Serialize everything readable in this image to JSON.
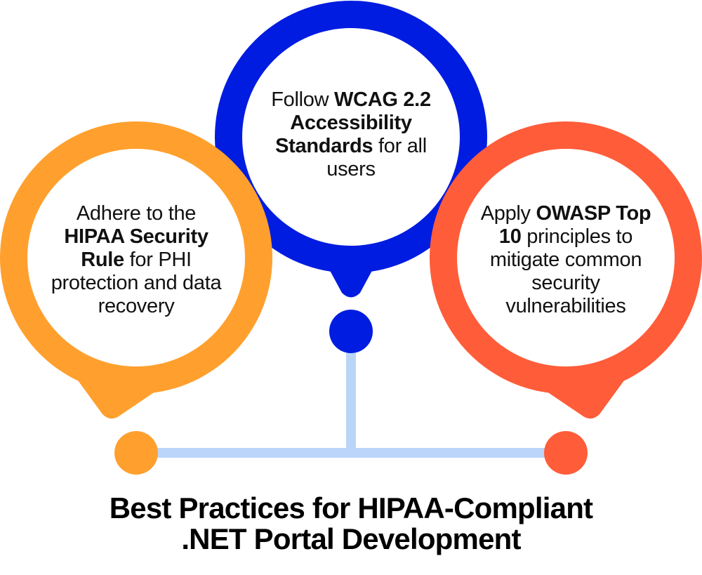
{
  "colors": {
    "blue": "#001CE0",
    "orange": "#FFA02E",
    "red": "#FF5C39",
    "connector": "#BBD5FA"
  },
  "pins": [
    {
      "id": "accessibility",
      "color": "blue",
      "parts": [
        {
          "text": "Follow ",
          "bold": false
        },
        {
          "text": "WCAG 2.2 Accessibility Standards",
          "bold": true
        },
        {
          "text": " for all users",
          "bold": false
        }
      ]
    },
    {
      "id": "hipaa",
      "color": "orange",
      "parts": [
        {
          "text": "Adhere to the ",
          "bold": false
        },
        {
          "text": "HIPAA Security Rule",
          "bold": true
        },
        {
          "text": " for PHI protection and data recovery",
          "bold": false
        }
      ]
    },
    {
      "id": "owasp",
      "color": "red",
      "parts": [
        {
          "text": "Apply ",
          "bold": false
        },
        {
          "text": "OWASP Top 10",
          "bold": true
        },
        {
          "text": " principles to mitigate common security vulnerabilities",
          "bold": false
        }
      ]
    }
  ],
  "title": {
    "line1": "Best Practices for HIPAA-Compliant",
    "line2": ".NET Portal Development"
  }
}
